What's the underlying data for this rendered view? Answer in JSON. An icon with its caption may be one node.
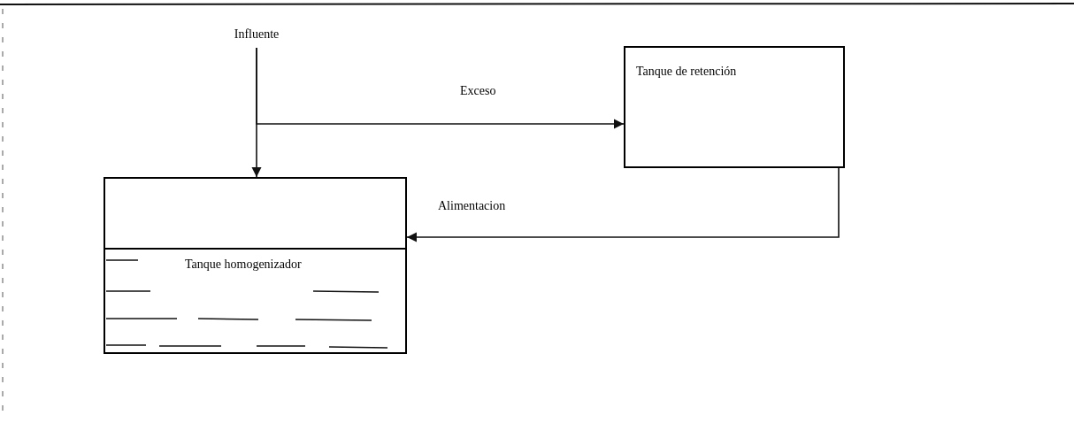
{
  "diagram": {
    "nodes": [
      {
        "text": [
          "Influente"
        ]
      },
      {
        "text": [
          "Tanque de retención"
        ]
      },
      {
        "text": [
          "Tanque homogenizador"
        ]
      }
    ],
    "edges": [
      {
        "from": 0,
        "to": 2,
        "arrow": "to"
      },
      {
        "from": 0,
        "to": 1,
        "arrow": "to",
        "label": "Exceso"
      },
      {
        "from": 1,
        "to": 2,
        "arrow": "to",
        "label": "Alimentacion"
      }
    ]
  }
}
